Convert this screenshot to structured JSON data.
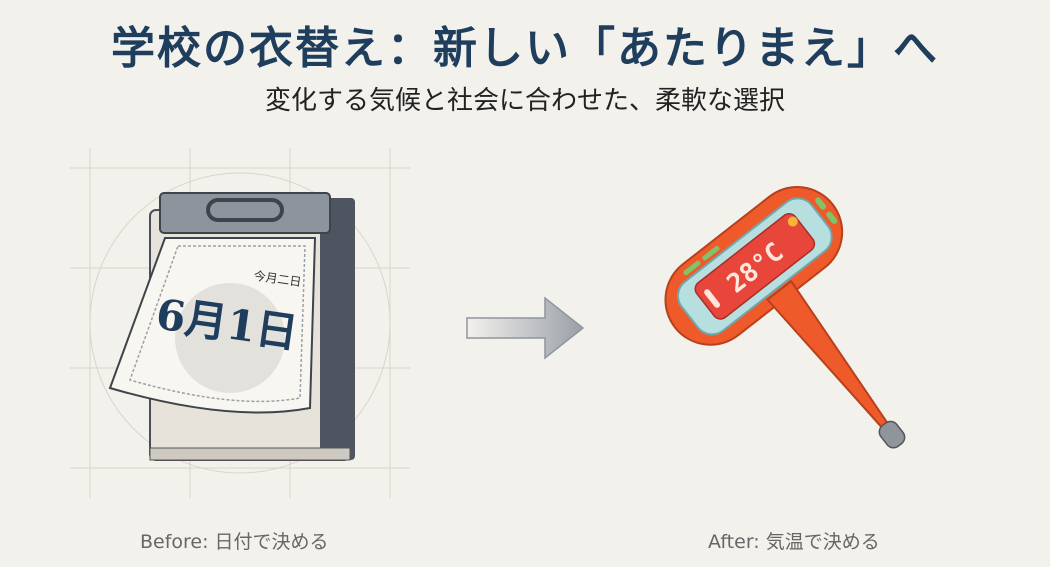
{
  "header": {
    "title": "学校の衣替え：新しい「あたりまえ」へ",
    "subtitle": "変化する気候と社会に合わせた、柔軟な選択"
  },
  "calendar": {
    "date_large": "6月1日",
    "date_small": "今月二日"
  },
  "thermometer": {
    "reading": "28°C"
  },
  "captions": {
    "before": "Before: 日付で決める",
    "after": "After: 気温で決める"
  },
  "colors": {
    "title": "#1f3d5c",
    "background": "#f3f1ec",
    "thermometer_body": "#ef5a2a",
    "thermometer_screen": "#e8453b",
    "calendar_ring": "#5c6470"
  }
}
